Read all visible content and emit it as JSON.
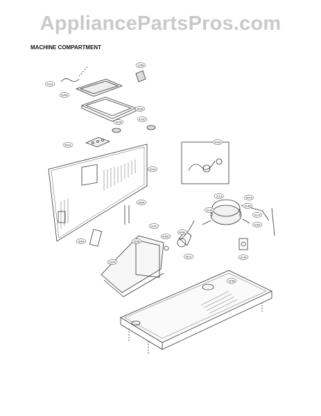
{
  "watermark": "AppliancePartsPros.com",
  "title": "MACHINE COMPARTMENT",
  "callouts": [
    {
      "id": "callout-125b",
      "label": "125B"
    },
    {
      "id": "callout-411a",
      "label": "411A"
    },
    {
      "id": "callout-504a",
      "label": "504A"
    },
    {
      "id": "callout-301b",
      "label": "301B"
    },
    {
      "id": "callout-312b",
      "label": "312B"
    },
    {
      "id": "callout-410d",
      "label": "410D"
    },
    {
      "id": "callout-501a",
      "label": "501A"
    },
    {
      "id": "callout-304a",
      "label": "304A"
    },
    {
      "id": "callout-506a",
      "label": "506A"
    },
    {
      "id": "callout-305a",
      "label": "305A"
    },
    {
      "id": "callout-309a",
      "label": "309A"
    },
    {
      "id": "callout-310c",
      "label": "310C"
    },
    {
      "id": "callout-315a",
      "label": "315A"
    },
    {
      "id": "callout-310b",
      "label": "310B"
    },
    {
      "id": "callout-405d",
      "label": "405D"
    },
    {
      "id": "callout-405e",
      "label": "405E"
    },
    {
      "id": "callout-311c",
      "label": "311C"
    },
    {
      "id": "callout-311a",
      "label": "311A"
    },
    {
      "id": "callout-307a",
      "label": "307A"
    },
    {
      "id": "callout-314a",
      "label": "314A"
    },
    {
      "id": "callout-314b",
      "label": "314B"
    },
    {
      "id": "callout-317a",
      "label": "317A"
    },
    {
      "id": "callout-316a",
      "label": "316A"
    },
    {
      "id": "callout-313a",
      "label": "313A"
    },
    {
      "id": "callout-315b",
      "label": "315B"
    }
  ]
}
